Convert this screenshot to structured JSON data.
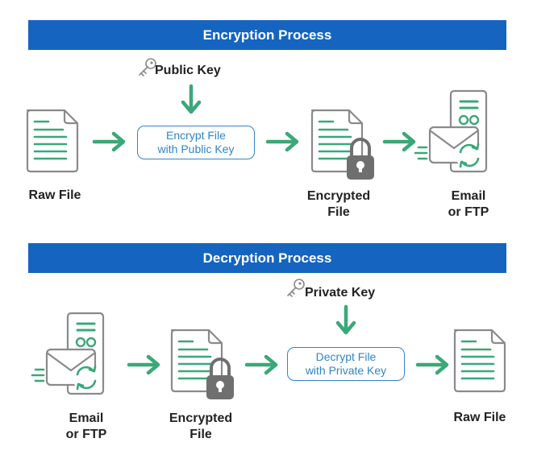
{
  "encryption": {
    "title": "Encryption Process",
    "key_label": "Public Key",
    "step_line1": "Encrypt File",
    "step_line2": "with Public Key",
    "raw_file": "Raw File",
    "encrypted_line1": "Encrypted",
    "encrypted_line2": "File",
    "transfer_line1": "Email",
    "transfer_line2": "or FTP"
  },
  "decryption": {
    "title": "Decryption Process",
    "key_label": "Private Key",
    "step_line1": "Decrypt File",
    "step_line2": "with Private Key",
    "transfer_line1": "Email",
    "transfer_line2": "or FTP",
    "encrypted_line1": "Encrypted",
    "encrypted_line2": "File",
    "raw_file": "Raw File"
  },
  "colors": {
    "banner": "#1565c0",
    "arrow": "#3aa878",
    "box_border": "#2e86c9",
    "icon_outline": "#8a8a8a",
    "icon_lines": "#3aa878",
    "lock": "#6f6f6f"
  },
  "icons": [
    "file-icon",
    "locked-file-icon",
    "email-server-icon",
    "key-icon",
    "arrow-right-icon",
    "arrow-down-icon"
  ]
}
